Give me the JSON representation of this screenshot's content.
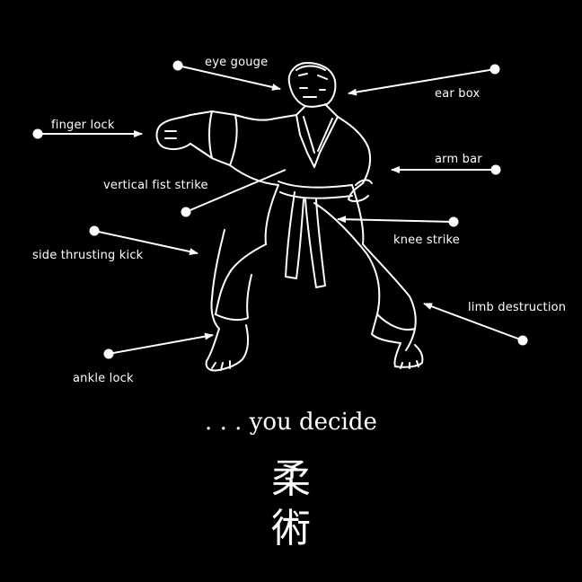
{
  "colors": {
    "background": "#000000",
    "foreground": "#ffffff"
  },
  "figure": {
    "icon": "martial-artist-figure"
  },
  "labels": {
    "eye_gouge": "eye gouge",
    "ear_box": "ear box",
    "finger_lock": "finger lock",
    "arm_bar": "arm bar",
    "vertical_fist_strike": "vertical fist strike",
    "knee_strike": "knee strike",
    "side_thrusting_kick": "side thrusting kick",
    "limb_destruction": "limb destruction",
    "ankle_lock": "ankle lock"
  },
  "tagline": ". . . you decide",
  "kanji": {
    "char1": "柔",
    "char2": "術"
  }
}
